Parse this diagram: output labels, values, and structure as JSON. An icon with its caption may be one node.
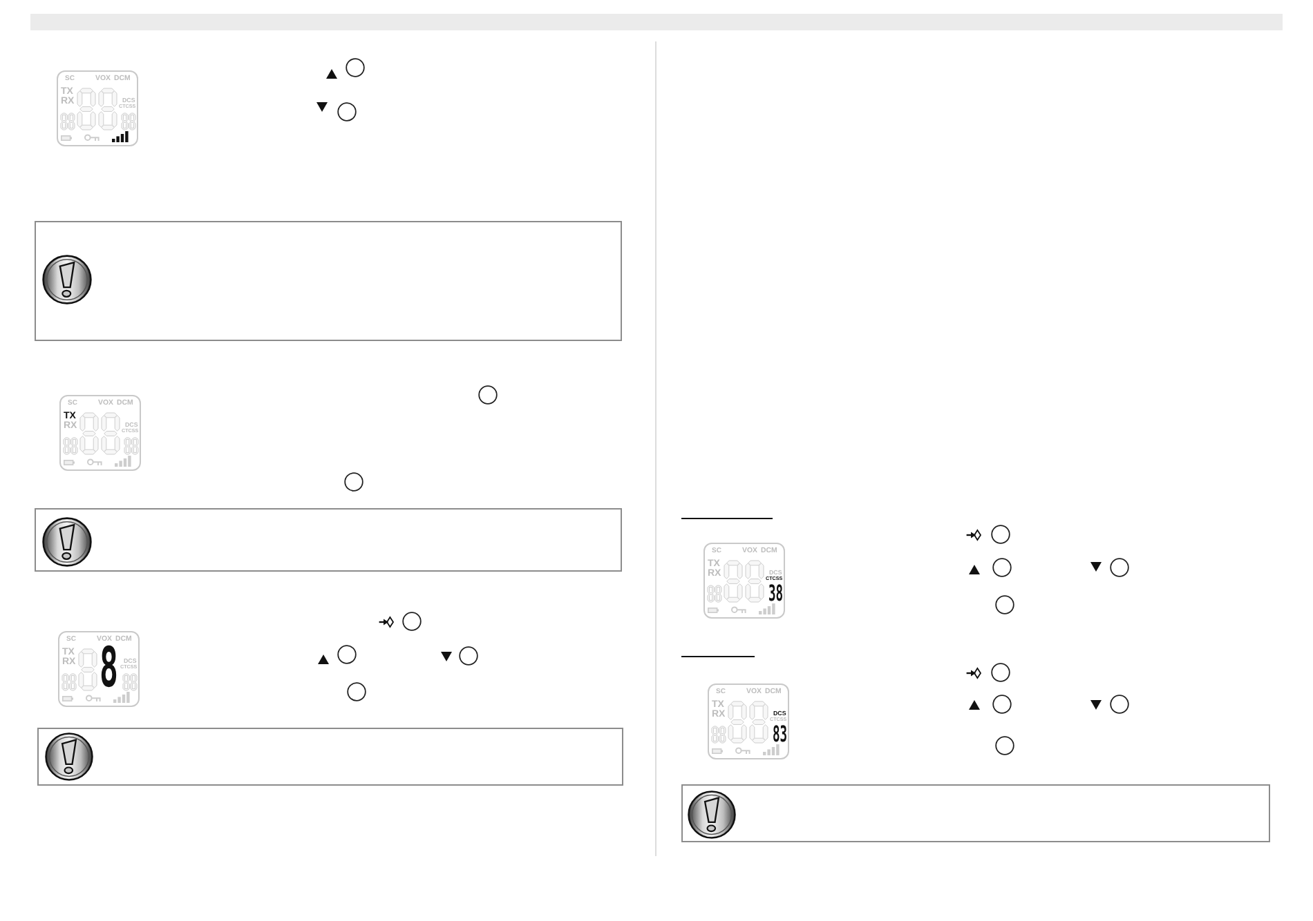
{
  "diagram": {
    "nodes": [
      {
        "text": [
          "SC",
          "VOX",
          "DCM",
          "TX",
          "RX",
          "DCS",
          "CTCSS"
        ]
      },
      {
        "text": [
          "SC",
          "VOX",
          "DCM",
          "TX",
          "RX",
          "DCS",
          "CTCSS"
        ]
      },
      {
        "text": [
          "SC",
          "VOX",
          "DCM",
          "TX",
          "RX",
          "8",
          "DCS",
          "CTCSS"
        ]
      },
      {
        "text": [
          "SC",
          "VOX",
          "DCM",
          "TX",
          "RX",
          "DCS",
          "CTCSS",
          "38"
        ]
      },
      {
        "text": [
          "SC",
          "VOX",
          "DCM",
          "TX",
          "RX",
          "DCS",
          "CTCSS",
          "83"
        ]
      }
    ]
  }
}
